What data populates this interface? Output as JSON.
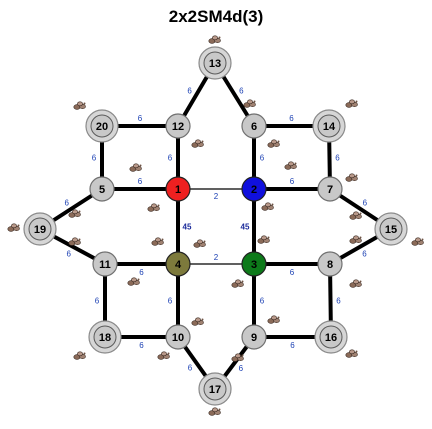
{
  "title": "2x2SM4d(3)",
  "nodes": [
    {
      "id": "1",
      "label": "1",
      "kind": "center",
      "fill": "#ee2020"
    },
    {
      "id": "2",
      "label": "2",
      "kind": "center",
      "fill": "#1010dd"
    },
    {
      "id": "3",
      "label": "3",
      "kind": "center",
      "fill": "#0d7a1a"
    },
    {
      "id": "4",
      "label": "4",
      "kind": "center",
      "fill": "#7d7a3c"
    },
    {
      "id": "5",
      "label": "5",
      "kind": "inner"
    },
    {
      "id": "6",
      "label": "6",
      "kind": "inner"
    },
    {
      "id": "7",
      "label": "7",
      "kind": "inner"
    },
    {
      "id": "8",
      "label": "8",
      "kind": "inner"
    },
    {
      "id": "9",
      "label": "9",
      "kind": "inner"
    },
    {
      "id": "10",
      "label": "10",
      "kind": "inner"
    },
    {
      "id": "11",
      "label": "11",
      "kind": "inner"
    },
    {
      "id": "12",
      "label": "12",
      "kind": "inner"
    },
    {
      "id": "13",
      "label": "13",
      "kind": "outer"
    },
    {
      "id": "14",
      "label": "14",
      "kind": "outer"
    },
    {
      "id": "15",
      "label": "15",
      "kind": "outer"
    },
    {
      "id": "16",
      "label": "16",
      "kind": "outer"
    },
    {
      "id": "17",
      "label": "17",
      "kind": "outer"
    },
    {
      "id": "18",
      "label": "18",
      "kind": "outer"
    },
    {
      "id": "19",
      "label": "19",
      "kind": "outer"
    },
    {
      "id": "20",
      "label": "20",
      "kind": "outer"
    }
  ],
  "edges": [
    {
      "from": "1",
      "to": "2",
      "label": "2",
      "style": "thin"
    },
    {
      "from": "4",
      "to": "3",
      "label": "2",
      "style": "thin"
    },
    {
      "from": "1",
      "to": "4",
      "label": "45",
      "style": "thick"
    },
    {
      "from": "2",
      "to": "3",
      "label": "45",
      "style": "thick"
    },
    {
      "from": "1",
      "to": "5",
      "label": "6",
      "style": "thick"
    },
    {
      "from": "1",
      "to": "12",
      "label": "6",
      "style": "thick"
    },
    {
      "from": "2",
      "to": "6",
      "label": "6",
      "style": "thick"
    },
    {
      "from": "2",
      "to": "7",
      "label": "6",
      "style": "thick"
    },
    {
      "from": "3",
      "to": "8",
      "label": "6",
      "style": "thick"
    },
    {
      "from": "3",
      "to": "9",
      "label": "6",
      "style": "thick"
    },
    {
      "from": "4",
      "to": "11",
      "label": "6",
      "style": "thick"
    },
    {
      "from": "4",
      "to": "10",
      "label": "6",
      "style": "thick"
    },
    {
      "from": "12",
      "to": "20",
      "label": "6",
      "style": "thick"
    },
    {
      "from": "20",
      "to": "5",
      "label": "6",
      "style": "thick"
    },
    {
      "from": "6",
      "to": "14",
      "label": "6",
      "style": "thick"
    },
    {
      "from": "14",
      "to": "7",
      "label": "6",
      "style": "thick"
    },
    {
      "from": "8",
      "to": "16",
      "label": "6",
      "style": "thick"
    },
    {
      "from": "16",
      "to": "9",
      "label": "6",
      "style": "thick"
    },
    {
      "from": "10",
      "to": "18",
      "label": "6",
      "style": "thick"
    },
    {
      "from": "18",
      "to": "11",
      "label": "6",
      "style": "thick"
    },
    {
      "from": "12",
      "to": "13",
      "label": "6",
      "style": "thick"
    },
    {
      "from": "13",
      "to": "6",
      "label": "6",
      "style": "thick"
    },
    {
      "from": "7",
      "to": "15",
      "label": "6",
      "style": "thick"
    },
    {
      "from": "15",
      "to": "8",
      "label": "6",
      "style": "thick"
    },
    {
      "from": "9",
      "to": "17",
      "label": "6",
      "style": "thick"
    },
    {
      "from": "17",
      "to": "10",
      "label": "6",
      "style": "thick"
    },
    {
      "from": "11",
      "to": "19",
      "label": "6",
      "style": "thick"
    },
    {
      "from": "19",
      "to": "5",
      "label": "6",
      "style": "thick"
    }
  ],
  "colors": {
    "edge": "#000000",
    "node_fill": "#c8c8c8",
    "node_stroke": "#707070",
    "outer_ring_fill": "#d6d6d6",
    "label": "#000000",
    "edge_label": "#1a3fb3",
    "rock": "#8a6a58"
  },
  "decorations": {
    "icon": "rock-pile-icon"
  }
}
